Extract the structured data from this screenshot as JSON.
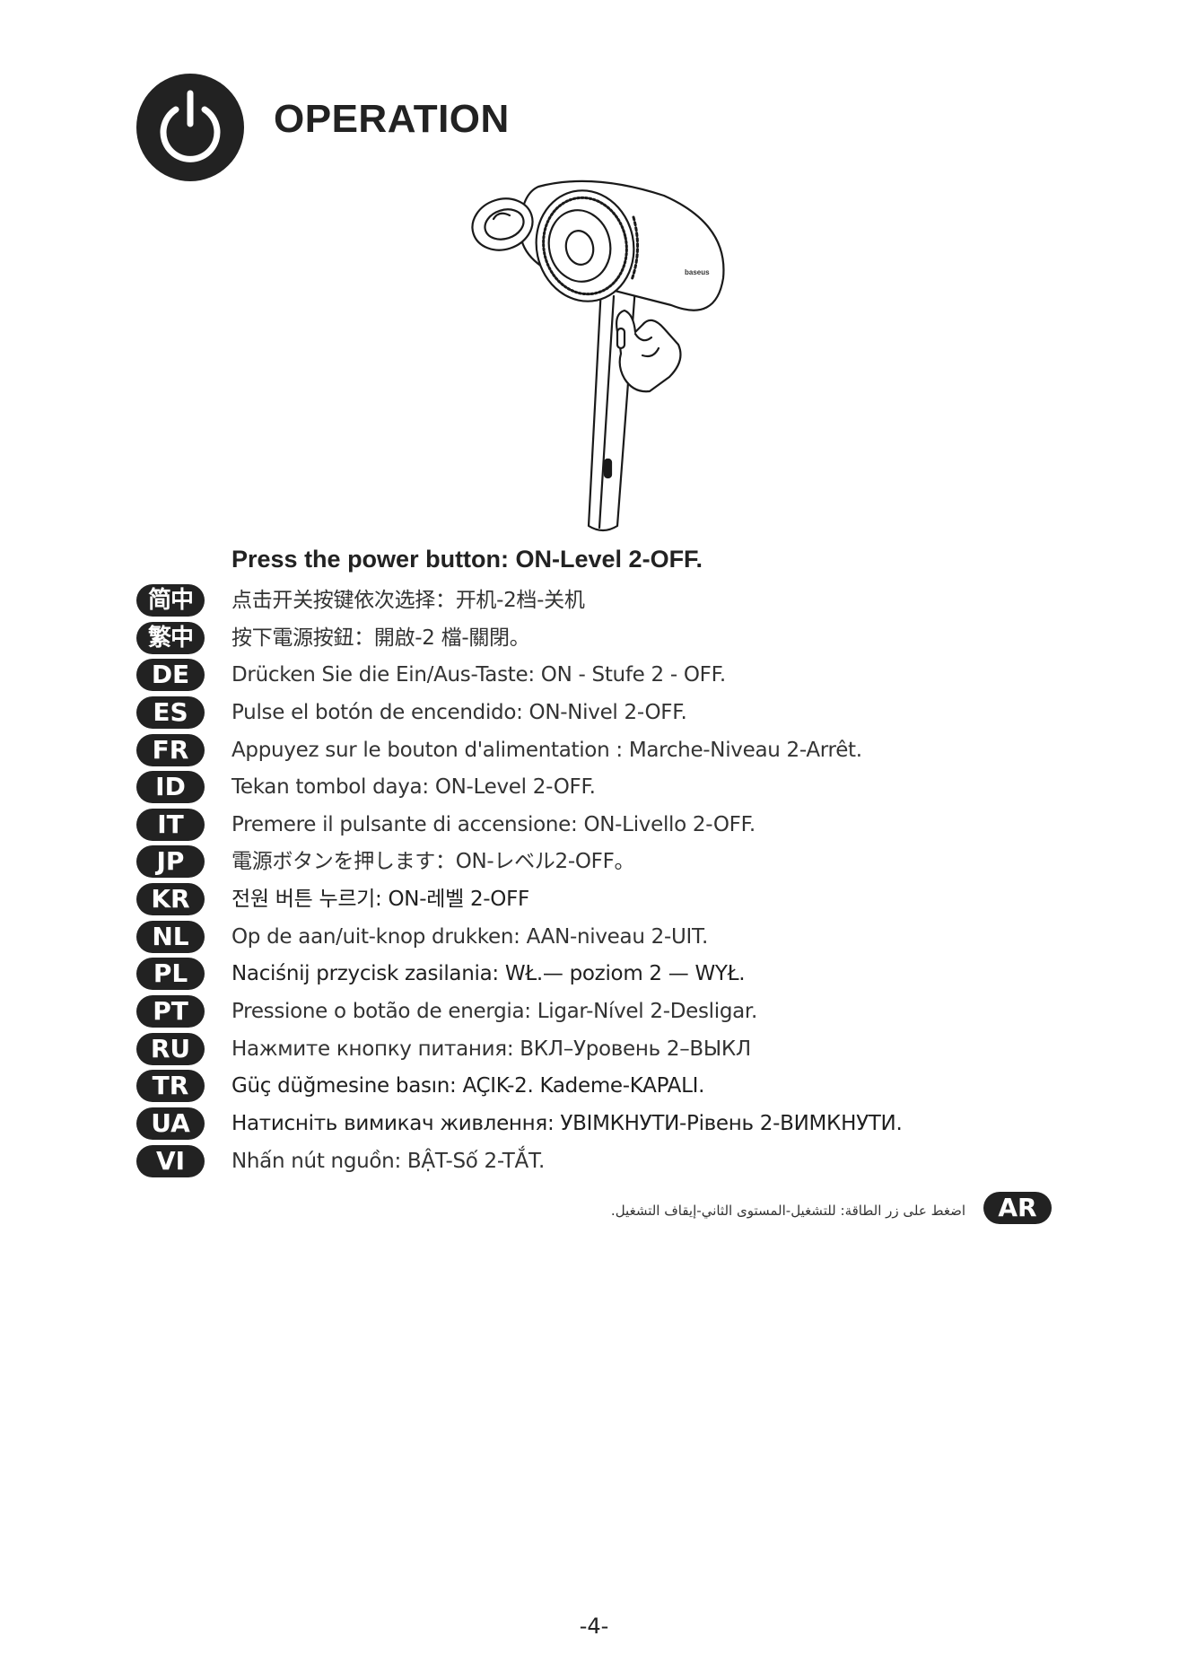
{
  "header": {
    "title": "OPERATION",
    "icon": "power-icon"
  },
  "illustration": {
    "brand_label": "baseus"
  },
  "headline": "Press the power button: ON-Level 2-OFF.",
  "languages": [
    {
      "code": "简中",
      "text": "点击开关按键依次选择：开机-2档-关机"
    },
    {
      "code": "繁中",
      "text": "按下電源按鈕：開啟-2 檔-關閉。"
    },
    {
      "code": "DE",
      "text": "Drücken Sie die Ein/Aus-Taste: ON - Stufe 2 - OFF."
    },
    {
      "code": "ES",
      "text": "Pulse el botón de encendido: ON-Nivel 2-OFF."
    },
    {
      "code": "FR",
      "text": "Appuyez sur le bouton d'alimentation : Marche-Niveau 2-Arrêt."
    },
    {
      "code": "ID",
      "text": "Tekan tombol daya: ON-Level 2-OFF."
    },
    {
      "code": "IT",
      "text": "Premere il pulsante di accensione: ON-Livello 2-OFF."
    },
    {
      "code": "JP",
      "text": "電源ボタンを押します：ON-レベル2-OFF。"
    },
    {
      "code": "KR",
      "text": "전원 버튼 누르기: ON-레벨 2-OFF"
    },
    {
      "code": "NL",
      "text": "Op de aan/uit-knop drukken: AAN-niveau 2-UIT."
    },
    {
      "code": "PL",
      "text": "Naciśnij przycisk zasilania: WŁ.— poziom 2 — WYŁ."
    },
    {
      "code": "PT",
      "text": "Pressione o botão de energia: Ligar-Nível 2-Desligar."
    },
    {
      "code": "RU",
      "text": "Нажмите кнопку питания: ВКЛ–Уровень 2–ВЫКЛ"
    },
    {
      "code": "TR",
      "text": "Güç düğmesine basın: AÇIK-2. Kademe-KAPALI."
    },
    {
      "code": "UA",
      "text": "Натисніть вимикач живлення: УВІМКНУТИ-Рівень 2-ВИМКНУТИ."
    },
    {
      "code": "VI",
      "text": "Nhấn nút nguồn: BẬT-Số 2-TẮT."
    }
  ],
  "arabic": {
    "code": "AR",
    "text": "اضغط على زر الطاقة: للتشغيل-المستوى الثاني-إيقاف التشغيل."
  },
  "footer": {
    "page_number": "-4-"
  }
}
